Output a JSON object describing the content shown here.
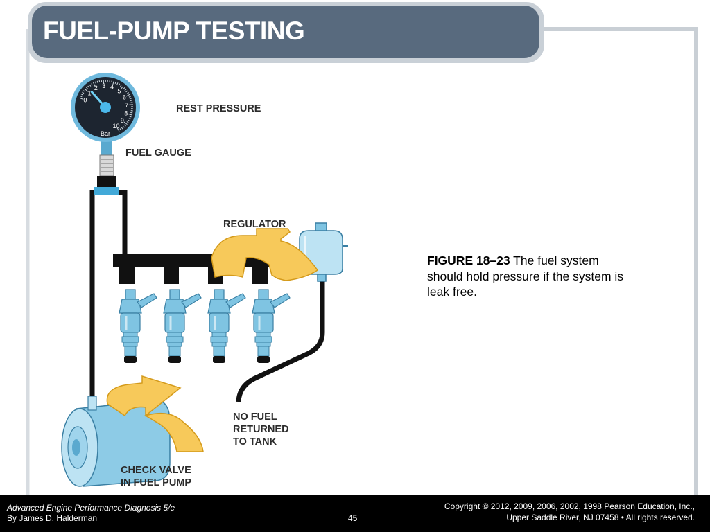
{
  "slide": {
    "title": "FUEL-PUMP TESTING"
  },
  "diagram": {
    "labels": {
      "rest_pressure": "REST PRESSURE",
      "fuel_gauge": "FUEL GAUGE",
      "regulator": "REGULATOR",
      "no_fuel_lines": [
        "NO FUEL",
        "RETURNED",
        "TO TANK"
      ],
      "check_valve_lines": [
        "CHECK VALVE",
        "IN FUEL PUMP"
      ]
    },
    "gauge": {
      "unit": "Bar",
      "scale": [
        "0",
        "1",
        "2",
        "3",
        "4",
        "5",
        "6",
        "7",
        "8",
        "9",
        "10"
      ],
      "reading": 1.3
    }
  },
  "caption": {
    "figure_number": "FIGURE 18–23",
    "text": " The fuel system should hold pressure if the system is leak free."
  },
  "footer": {
    "book_title": "Advanced Engine Performance Diagnosis 5/e",
    "author": "By James D. Halderman",
    "page_number": "45",
    "copyright_line1": "Copyright © 2012, 2009, 2006, 2002, 1998 Pearson Education, Inc.,",
    "copyright_line2": "Upper Saddle River, NJ 07458 • All rights reserved."
  },
  "colors": {
    "title_bar": "#586a7e",
    "frame": "#c9cfd5",
    "arrow_fill": "#f7c95a",
    "component_blue": "#7fc4e2",
    "fuel_line": "#111111",
    "footer_bg": "#000000"
  }
}
